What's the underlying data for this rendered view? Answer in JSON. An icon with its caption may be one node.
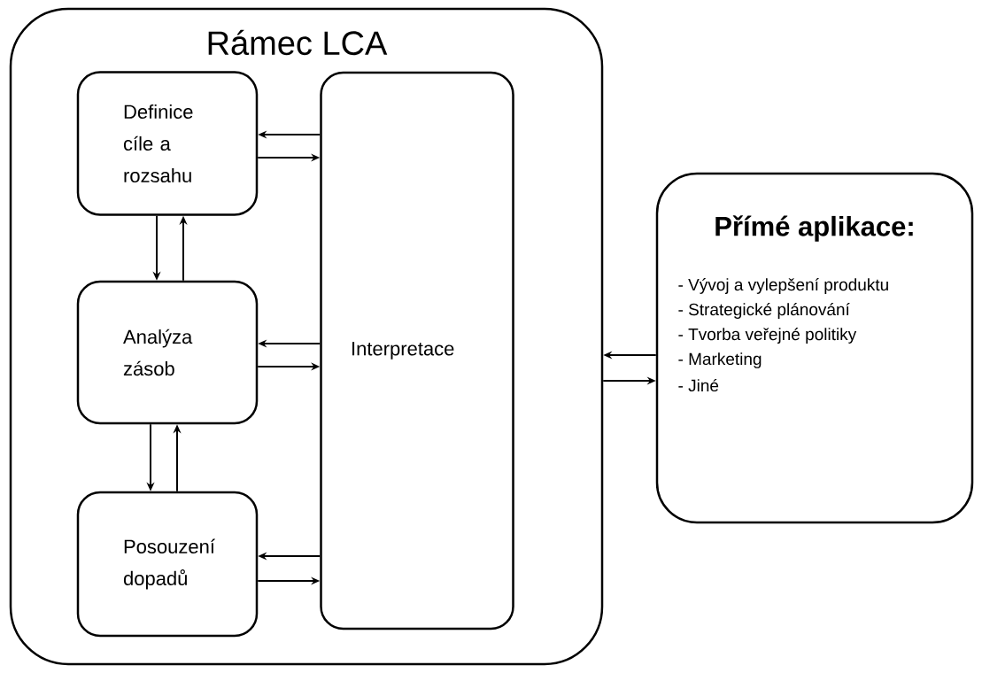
{
  "diagram": {
    "nodes": [
      {
        "text": [
          "Rámec LCA"
        ]
      },
      {
        "text": [
          "Definice cíle a rozsahu"
        ],
        "in": 0
      },
      {
        "text": [
          "Analýza zásob"
        ],
        "in": 0
      },
      {
        "text": [
          "Posouzení dopadů"
        ],
        "in": 0
      },
      {
        "text": [
          "Interpretace"
        ],
        "in": 0
      },
      {
        "text": [
          "Přímé aplikace:",
          "- Vývoj a vylepšení produktu",
          "- Strategické plánování",
          "- Tvorba veřejné politiky",
          "- Marketing",
          "- Jiné"
        ]
      }
    ],
    "edges": [
      {
        "from": 4,
        "to": 1,
        "arrow": "to"
      },
      {
        "from": 1,
        "to": 4,
        "arrow": "to"
      },
      {
        "from": 1,
        "to": 2,
        "arrow": "to"
      },
      {
        "from": 2,
        "to": 1,
        "arrow": "to"
      },
      {
        "from": 4,
        "to": 2,
        "arrow": "to"
      },
      {
        "from": 2,
        "to": 4,
        "arrow": "to"
      },
      {
        "from": 2,
        "to": 3,
        "arrow": "to"
      },
      {
        "from": 3,
        "to": 2,
        "arrow": "to"
      },
      {
        "from": 4,
        "to": 3,
        "arrow": "to"
      },
      {
        "from": 3,
        "to": 4,
        "arrow": "to"
      },
      {
        "from": 5,
        "to": 0,
        "arrow": "to"
      },
      {
        "from": 0,
        "to": 5,
        "arrow": "to"
      }
    ]
  }
}
